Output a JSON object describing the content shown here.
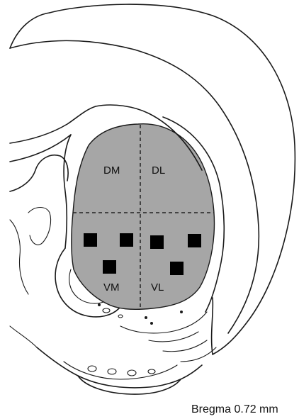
{
  "regions": {
    "dm": "DM",
    "dl": "DL",
    "vm": "VM",
    "vl": "VL"
  },
  "caption": "Bregma 0.72 mm",
  "colors": {
    "region_fill": "#a6a6a6",
    "marker": "#000000",
    "outline": "#1a1a1a"
  },
  "markers": {
    "count": 6
  }
}
